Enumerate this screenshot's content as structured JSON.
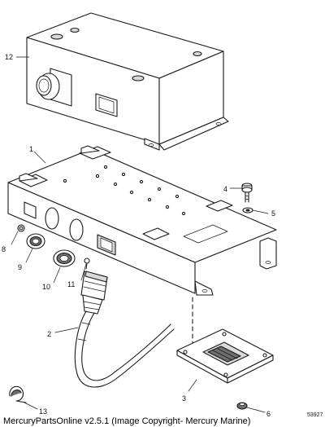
{
  "callouts": {
    "c1": "1",
    "c2": "2",
    "c3": "3",
    "c4": "4",
    "c5": "5",
    "c6": "6",
    "c8": "8",
    "c9": "9",
    "c10": "10",
    "c11": "11",
    "c12": "12",
    "c13": "13"
  },
  "drawing_number": "53927",
  "footer_text": "MercuryPartsOnline v2.5.1 (Image Copyright- Mercury Marine)"
}
